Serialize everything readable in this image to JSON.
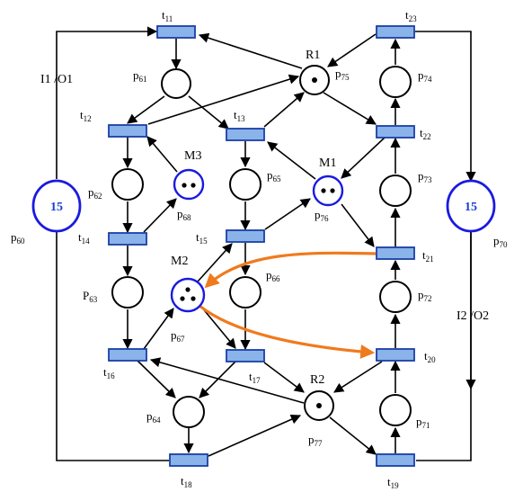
{
  "diagram": {
    "type": "petri-net",
    "labels": {
      "t11": {
        "main": "t",
        "sub": "11"
      },
      "t12": {
        "main": "t",
        "sub": "12"
      },
      "t13": {
        "main": "t",
        "sub": "13"
      },
      "t14": {
        "main": "t",
        "sub": "14"
      },
      "t15": {
        "main": "t",
        "sub": "15"
      },
      "t16": {
        "main": "t",
        "sub": "16"
      },
      "t17": {
        "main": "t",
        "sub": "17"
      },
      "t18": {
        "main": "t",
        "sub": "18"
      },
      "t19": {
        "main": "t",
        "sub": "19"
      },
      "t20": {
        "main": "t",
        "sub": "20"
      },
      "t21": {
        "main": "t",
        "sub": "21"
      },
      "t22": {
        "main": "t",
        "sub": "22"
      },
      "t23": {
        "main": "t",
        "sub": "23"
      },
      "p61": {
        "main": "p",
        "sub": "61"
      },
      "p62": {
        "main": "p",
        "sub": "62"
      },
      "p63": {
        "main": "P",
        "sub": "63"
      },
      "p64": {
        "main": "p",
        "sub": "64"
      },
      "p65": {
        "main": "p",
        "sub": "65"
      },
      "p66": {
        "main": "p",
        "sub": "66"
      },
      "p67": {
        "main": "p",
        "sub": "67"
      },
      "p68": {
        "main": "p",
        "sub": "68"
      },
      "p60": {
        "main": "p",
        "sub": "60"
      },
      "p70": {
        "main": "p",
        "sub": "70"
      },
      "p71": {
        "main": "p",
        "sub": "71"
      },
      "p72": {
        "main": "p",
        "sub": "72"
      },
      "p73": {
        "main": "p",
        "sub": "73"
      },
      "p74": {
        "main": "p",
        "sub": "74"
      },
      "p75": {
        "main": "p",
        "sub": "75"
      },
      "p76": {
        "main": "p",
        "sub": "76"
      },
      "p77": {
        "main": "p",
        "sub": "77"
      }
    },
    "resources": {
      "R1": "R1",
      "R2": "R2",
      "M1": "M1",
      "M2": "M2",
      "M3": "M3"
    },
    "io": {
      "left": "I1 /O1",
      "right": "I2 /O2"
    },
    "tokens": {
      "p60": "15",
      "p70": "15"
    },
    "colors": {
      "transition_fill": "#8ab3ea",
      "transition_stroke": "#1a3fa6",
      "highlight": "#f07a1e",
      "resource_place": "#1a1adf"
    }
  }
}
